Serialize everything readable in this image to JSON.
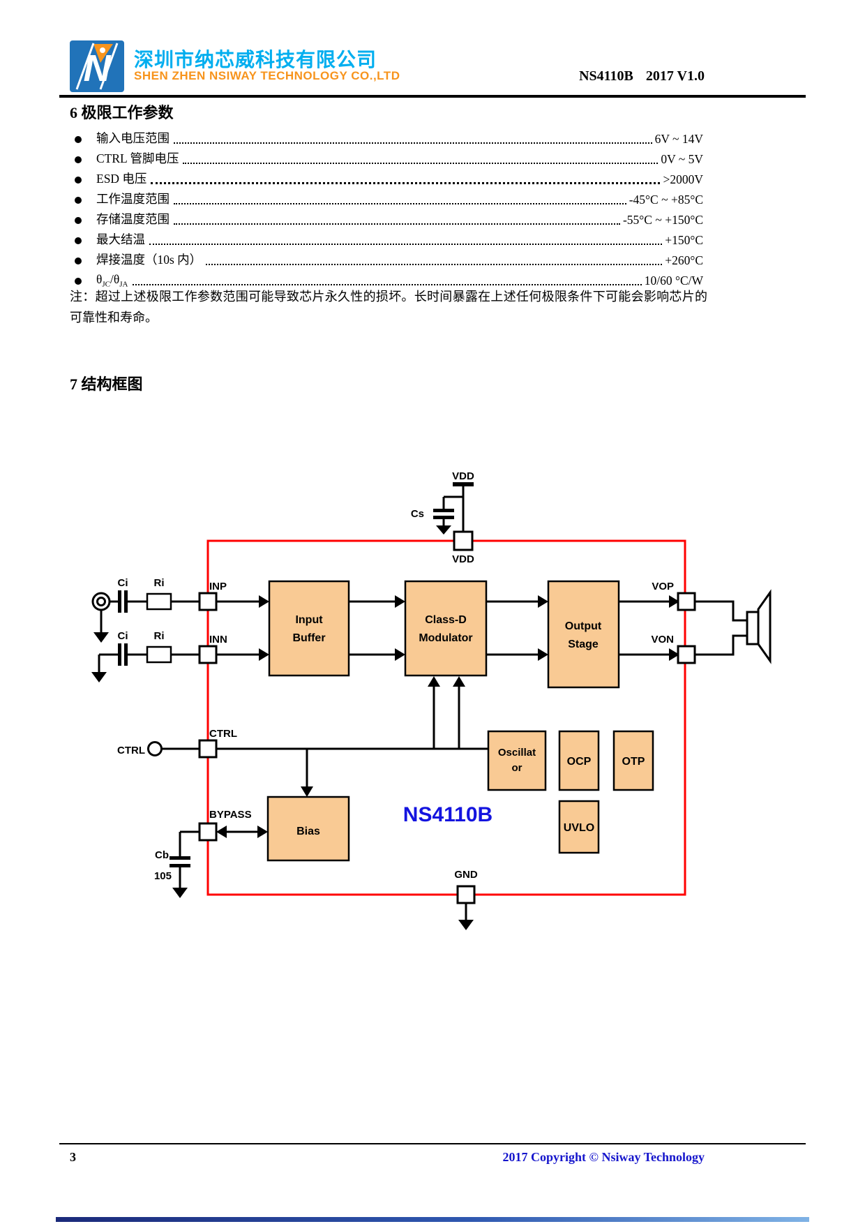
{
  "header": {
    "company_cn": "深圳市纳芯威科技有限公司",
    "company_en": "SHEN ZHEN NSIWAY TECHNOLOGY CO.,LTD",
    "doc_id": "NS4110B",
    "doc_version": "2017 V1.0"
  },
  "section6": {
    "title": "6 极限工作参数",
    "items": [
      {
        "label": "输入电压范围",
        "value": "6V ~ 14V"
      },
      {
        "label": "CTRL 管脚电压",
        "value": "0V ~ 5V"
      },
      {
        "label": "ESD 电压",
        "value": ">2000V"
      },
      {
        "label": "工作温度范围",
        "value": "-45°C ~ +85°C"
      },
      {
        "label": "存储温度范围",
        "value": "-55°C ~ +150°C"
      },
      {
        "label": "最大结温",
        "value": "+150°C"
      },
      {
        "label": "焊接温度（10s 内）",
        "value": "+260°C"
      },
      {
        "label_parts": {
          "p1": "θ",
          "s1": "JC",
          "p2": "/θ",
          "s2": "JA"
        },
        "value": "10/60 °C/W"
      }
    ],
    "note": "注：超过上述极限工作参数范围可能导致芯片永久性的损坏。长时间暴露在上述任何极限条件下可能会影响芯片的可靠性和寿命。"
  },
  "section7": {
    "title": "7 结构框图"
  },
  "diagram": {
    "chip_name": "NS4110B",
    "pins": {
      "vdd_top": "VDD",
      "vdd": "VDD",
      "inp": "INP",
      "inn": "INN",
      "ctrl": "CTRL",
      "bypass": "BYPASS",
      "vop": "VOP",
      "von": "VON",
      "gnd": "GND"
    },
    "components": {
      "cs": "Cs",
      "ci_top": "Ci",
      "ri_top": "Ri",
      "ci_bot": "Ci",
      "ri_bot": "Ri",
      "ctrl_external": "CTRL",
      "cb": "Cb",
      "cb_value": "105"
    },
    "blocks": {
      "input_buffer": [
        "Input",
        "Buffer"
      ],
      "class_d": [
        "Class-D",
        "Modulator"
      ],
      "output_stage": [
        "Output",
        "Stage"
      ],
      "oscillator": [
        "Oscillat",
        "or"
      ],
      "ocp": "OCP",
      "otp": "OTP",
      "uvlo": "UVLO",
      "bias": "Bias"
    },
    "colors": {
      "block_fill": "#F9CA94",
      "chip_border": "#FF0000",
      "chip_name_color": "#1414DF"
    }
  },
  "footer": {
    "page_number": "3",
    "copyright": "2017 Copyright © Nsiway Technology"
  }
}
